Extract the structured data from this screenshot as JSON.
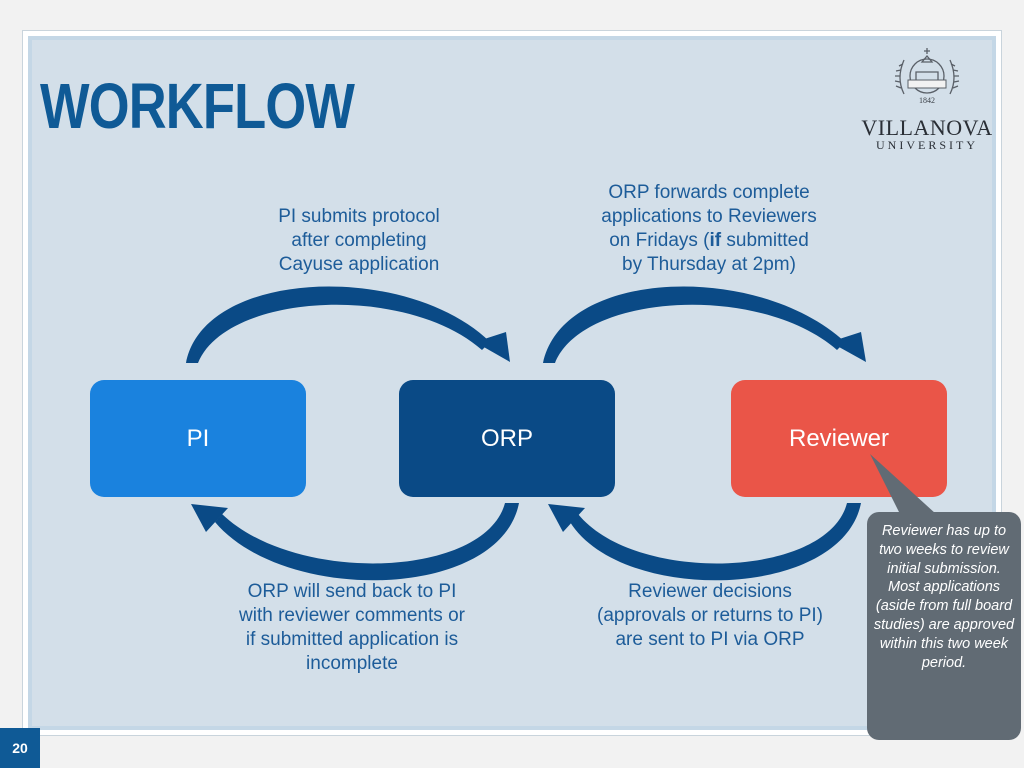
{
  "slide": {
    "title": "WORKFLOW",
    "number": "20"
  },
  "logo": {
    "name": "VILLANOVA",
    "sub": "UNIVERSITY",
    "seal_year": "1842"
  },
  "nodes": {
    "pi": "PI",
    "orp": "ORP",
    "reviewer": "Reviewer"
  },
  "captions": {
    "top_left": [
      "PI submits protocol",
      "after completing",
      "Cayuse application"
    ],
    "top_right_line1": "ORP forwards complete",
    "top_right_line2": "applications to Reviewers",
    "top_right_line3_pre": "on Fridays (",
    "top_right_line3_bold": "if",
    "top_right_line3_post": " submitted",
    "top_right_line4": "by Thursday at 2pm)",
    "bottom_left": [
      "ORP will send back to PI",
      "with reviewer comments or",
      "if submitted application is",
      "incomplete"
    ],
    "bottom_right": [
      "Reviewer decisions",
      "(approvals or returns to PI)",
      "are sent to PI via ORP"
    ]
  },
  "callout": {
    "text": "Reviewer has up to two weeks to review initial submission. Most applications (aside from full board studies) are approved within this two week period."
  },
  "colors": {
    "pi": "#1a82de",
    "orp": "#0a4a86",
    "reviewer": "#ea5548",
    "arrow": "#0a4a86",
    "title": "#0f5a96",
    "caption": "#1d5c99",
    "callout": "#616b74"
  }
}
